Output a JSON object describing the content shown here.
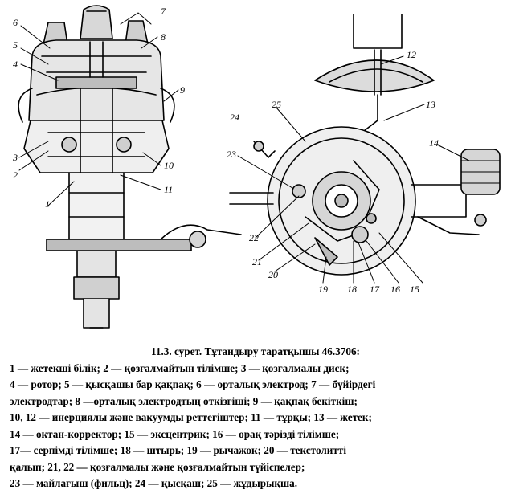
{
  "figure": {
    "part_labels_left": [
      "1",
      "2",
      "3",
      "4",
      "5",
      "6",
      "7",
      "8",
      "9",
      "10",
      "11"
    ],
    "part_labels_right": [
      "12",
      "13",
      "14",
      "15",
      "16",
      "17",
      "18",
      "19",
      "20",
      "21",
      "22",
      "23",
      "24",
      "25"
    ]
  },
  "caption": {
    "title": "11.3. сурет. Тұтандыру таратқышы 46.3706:",
    "lines": [
      "1 — жетекші білік; 2 — қозғалмайтын тілімше; 3 — қозғалмалы диск;",
      "4 — ротор; 5 — қысқашы бар қақпақ; 6 — орталық электрод; 7 — бүйірдегі",
      "электродтар; 8 —орталық электродтың өткізгіші; 9 — қақпақ бекіткіш;",
      "10, 12 — инерциялы және вакуумды реттегіштер; 11 — тұрқы; 13 — жетек;",
      "14 — октан-корректор; 15 — эксцентрик; 16 — орақ тәрізді тілімше;",
      "17— серпімді тілімше; 18 — штырь; 19 — рычажок; 20 — текстолитті",
      "қалып; 21, 22 — қозғалмалы және қозғалмайтын түйіспелер;",
      "23 — майлағыш (фильц); 24 — қысқаш; 25 — жұдырықша."
    ]
  }
}
